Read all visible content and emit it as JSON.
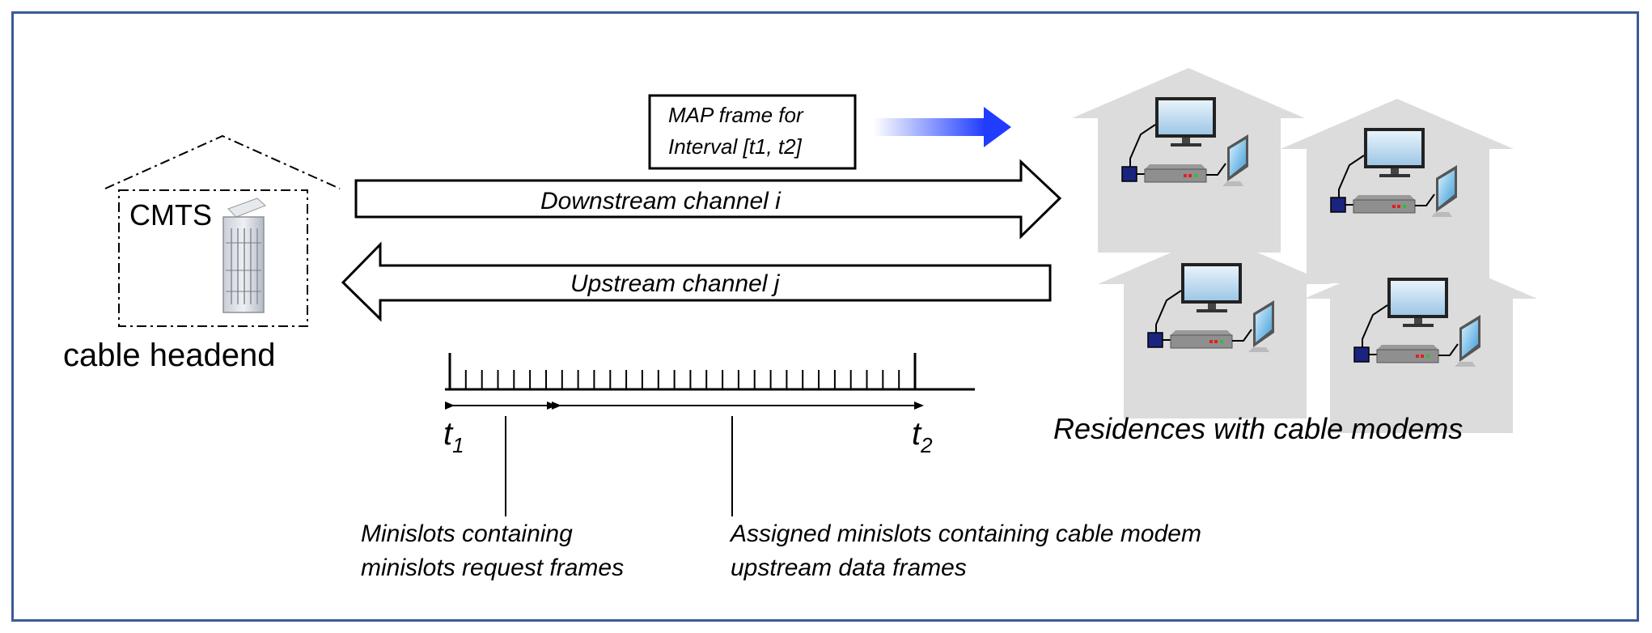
{
  "headend": {
    "cmts_label": "CMTS",
    "caption": "cable headend"
  },
  "map_frame": {
    "line1": "MAP frame for",
    "line2": "Interval [t1, t2]"
  },
  "channels": {
    "downstream": "Downstream channel i",
    "upstream": "Upstream channel j"
  },
  "timeline": {
    "t1_base": "t",
    "t1_sub": "1",
    "t2_base": "t",
    "t2_sub": "2",
    "request_label_line1": "Minislots containing",
    "request_label_line2": "minislots request frames",
    "assigned_label_line1": "Assigned minislots containing cable modem",
    "assigned_label_line2": "upstream data frames"
  },
  "residences": {
    "caption": "Residences with cable modems",
    "count": 4
  },
  "colors": {
    "border": "#3c5a98",
    "house": "#dcdcdc",
    "arrow_blue": "#1f3cff",
    "adapter": "#1a237e"
  }
}
